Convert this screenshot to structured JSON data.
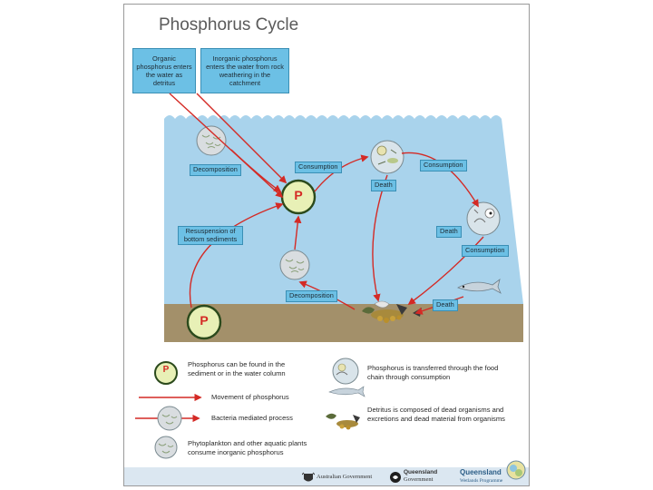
{
  "title": "Phosphorus Cycle",
  "sources": {
    "organic": "Organic phosphorus enters the water as detritus",
    "inorganic": "Inorganic phosphorus enters the water from rock weathering in the catchment"
  },
  "node_symbol": "P",
  "labels": {
    "decomposition_top": "Decomposition",
    "consumption_1": "Consumption",
    "consumption_2": "Consumption",
    "consumption_3": "Consumption",
    "death_1": "Death",
    "death_2": "Death",
    "death_3": "Death",
    "resuspension": "Resuspension of bottom sediments",
    "decomposition_bottom": "Decomposition"
  },
  "legend": {
    "p_text": "Phosphorus can be found in the sediment or in the water column",
    "movement": "Movement of phosphorus",
    "bacteria": "Bacteria mediated process",
    "phyto": "Phytoplankton and other aquatic plants consume inorganic phosphorus",
    "food_chain": "Phosphorus is transferred through the food chain through consumption",
    "detritus": "Detritus is composed of dead organisms and excretions and dead material from organisms"
  },
  "footer": {
    "aus_gov": "Australian Government",
    "qld_gov_1": "Queensland",
    "qld_gov_2": "Government",
    "qld_wet_1": "Queensland",
    "qld_wet_2": "Wetlands Programme"
  },
  "colors": {
    "water": "#a9d3ec",
    "sediment": "#a3906a",
    "arrow": "#d42a25",
    "p_fill": "#e8f0b6",
    "p_stroke": "#2b4a1c",
    "label_fill": "#6cc0e5"
  }
}
